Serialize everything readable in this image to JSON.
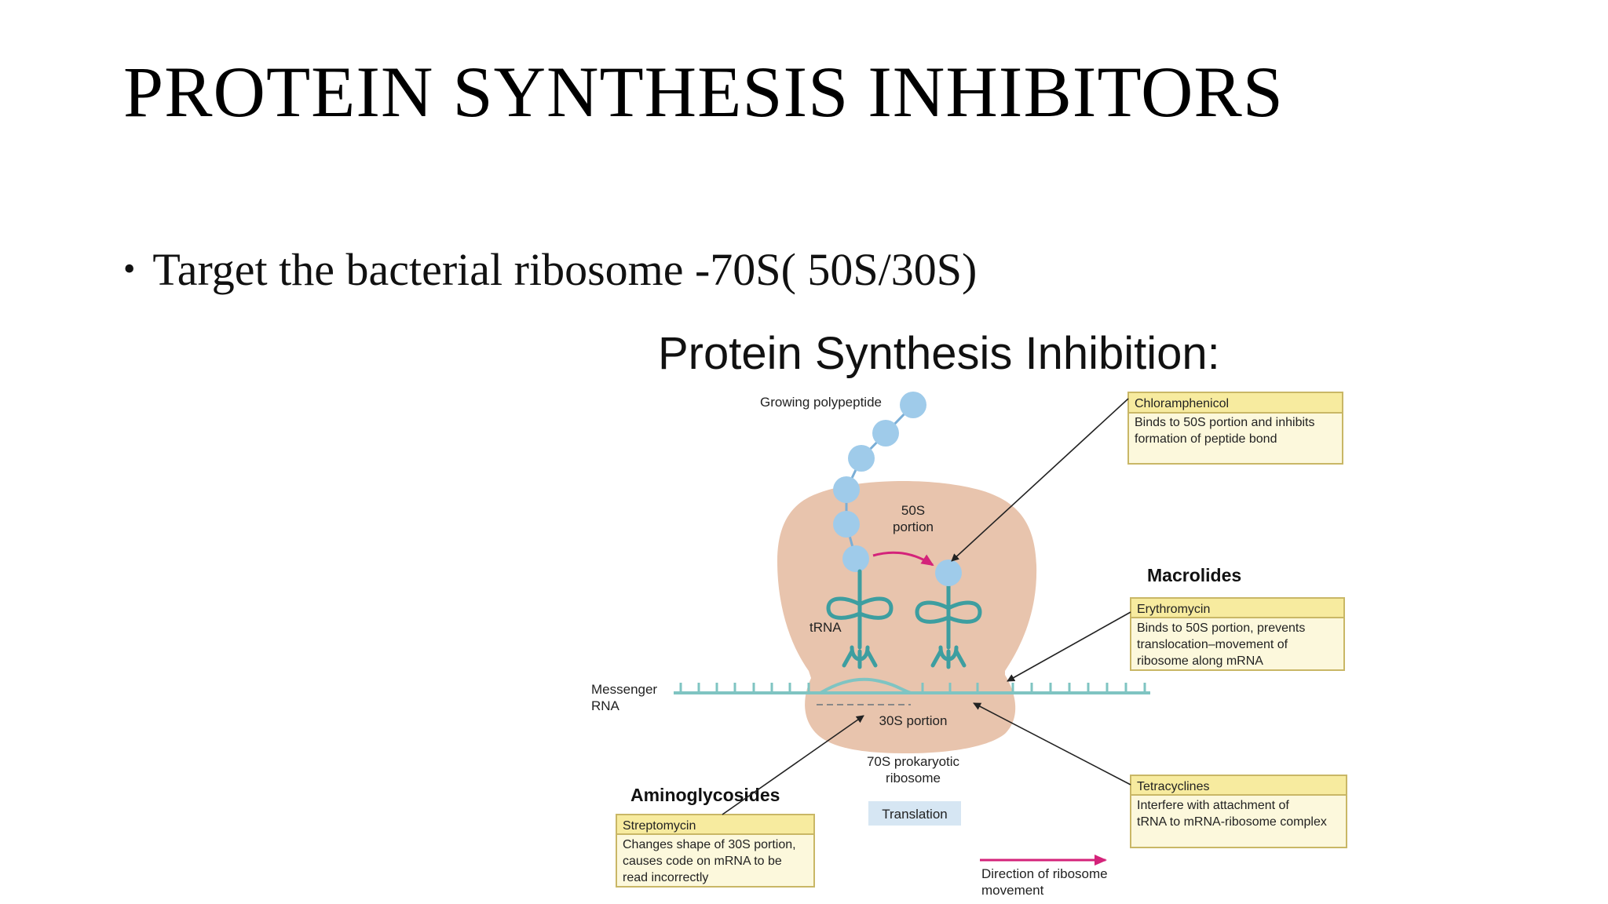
{
  "slide": {
    "title": "PROTEIN SYNTHESIS INHIBITORS",
    "bullet": "Target the bacterial ribosome -70S( 50S/30S)"
  },
  "diagram": {
    "title": "Protein Synthesis Inhibition:",
    "labels": {
      "growing_polypeptide": "Growing polypeptide",
      "portion_50s_line1": "50S",
      "portion_50s_line2": "portion",
      "trna": "tRNA",
      "messenger_rna_line1": "Messenger",
      "messenger_rna_line2": "RNA",
      "portion_30s": "30S portion",
      "ribosome_line1": "70S prokaryotic",
      "ribosome_line2": "ribosome",
      "translation": "Translation",
      "direction_line1": "Direction of ribosome",
      "direction_line2": "movement"
    },
    "groups": {
      "macrolides": "Macrolides",
      "aminoglycosides": "Aminoglycosides"
    },
    "boxes": {
      "chloramphenicol": {
        "name": "Chloramphenicol",
        "desc1": "Binds to 50S portion and inhibits",
        "desc2": "formation of peptide bond"
      },
      "erythromycin": {
        "name": "Erythromycin",
        "desc1": "Binds to 50S portion, prevents",
        "desc2": "translocation–movement of",
        "desc3": "ribosome along mRNA"
      },
      "tetracyclines": {
        "name": "Tetracyclines",
        "desc1": "Interfere with attachment of",
        "desc2": "tRNA to mRNA-ribosome complex"
      },
      "streptomycin": {
        "name": "Streptomycin",
        "desc1": "Changes shape of 30S portion,",
        "desc2": "causes code on mRNA to be",
        "desc3": "read incorrectly"
      }
    },
    "colors": {
      "ribosome": "#e8c4ad",
      "bead": "#9fcbea",
      "trna": "#3d9ea0",
      "mrna": "#7fc4c2",
      "box_header": "#f7eb9f",
      "box_body": "#fcf8dc",
      "box_border": "#c9b766",
      "arrow": "#d4237a",
      "translation_bg": "#d6e6f3"
    }
  }
}
